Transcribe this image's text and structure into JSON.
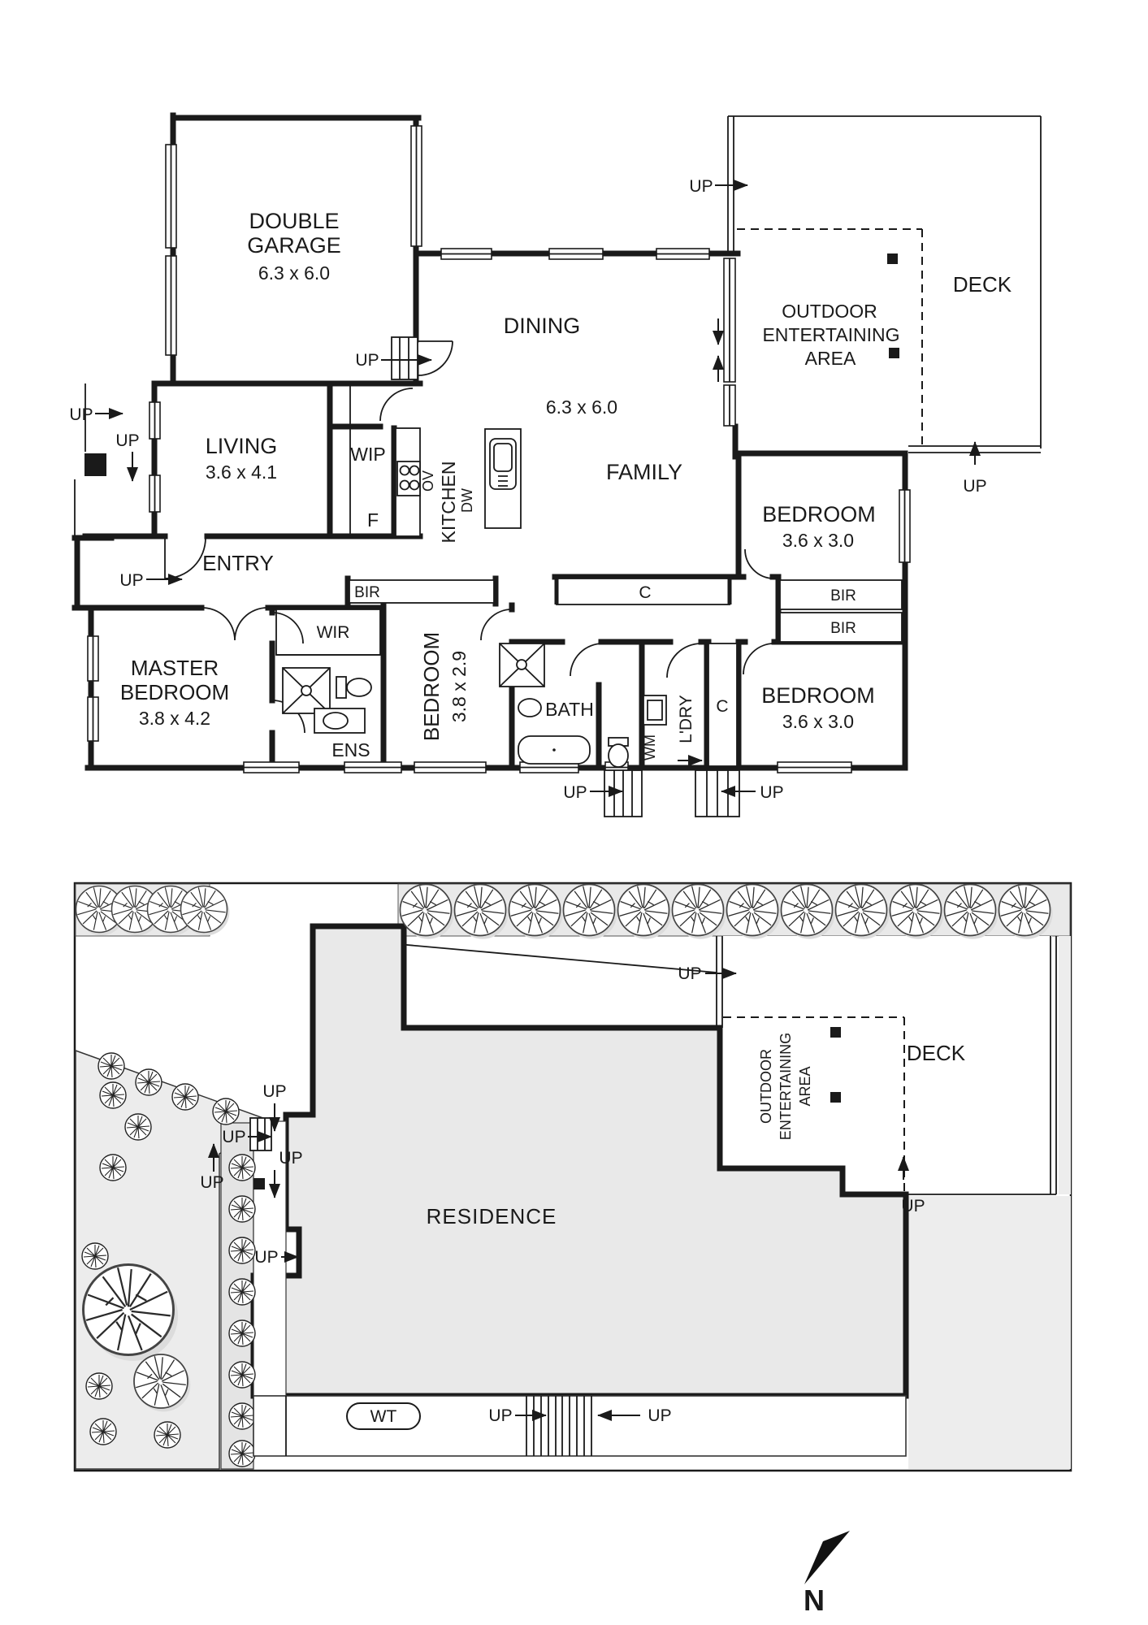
{
  "floor_plan": {
    "garage": {
      "line1": "DOUBLE",
      "line2": "GARAGE",
      "dim": "6.3 x 6.0"
    },
    "dining": {
      "label": "DINING"
    },
    "family": {
      "label": "FAMILY",
      "dim": "6.3 x 6.0"
    },
    "living": {
      "label": "LIVING",
      "dim": "3.6 x 4.1"
    },
    "entry": {
      "label": "ENTRY"
    },
    "wip": {
      "label": "WIP"
    },
    "kitchen": {
      "label": "KITCHEN"
    },
    "fridge": "F",
    "oven": "OV",
    "dishwasher": "DW",
    "master": {
      "line1": "MASTER",
      "line2": "BEDROOM",
      "dim": "3.8 x 4.2"
    },
    "wir": {
      "label": "WIR"
    },
    "ens": {
      "label": "ENS"
    },
    "bedroom2": {
      "label": "BEDROOM",
      "dim": "3.8 x 2.9"
    },
    "bath": {
      "label": "BATH"
    },
    "laundry": {
      "label": "L'DRY"
    },
    "washing_machine": "WM",
    "closet": "C",
    "bir": "BIR",
    "bedroom3": {
      "label": "BEDROOM",
      "dim": "3.6 x 3.0"
    },
    "bedroom4": {
      "label": "BEDROOM",
      "dim": "3.6 x 3.0"
    },
    "deck": {
      "label": "DECK"
    },
    "outdoor": {
      "line1": "OUTDOOR",
      "line2": "ENTERTAINING",
      "line3": "AREA"
    },
    "up": "UP"
  },
  "site_plan": {
    "residence": "RESIDENCE",
    "deck": "DECK",
    "outdoor": {
      "line1": "OUTDOOR",
      "line2": "ENTERTAINING",
      "line3": "AREA"
    },
    "water_tank": "WT",
    "up": "UP"
  },
  "compass": {
    "north": "N"
  }
}
